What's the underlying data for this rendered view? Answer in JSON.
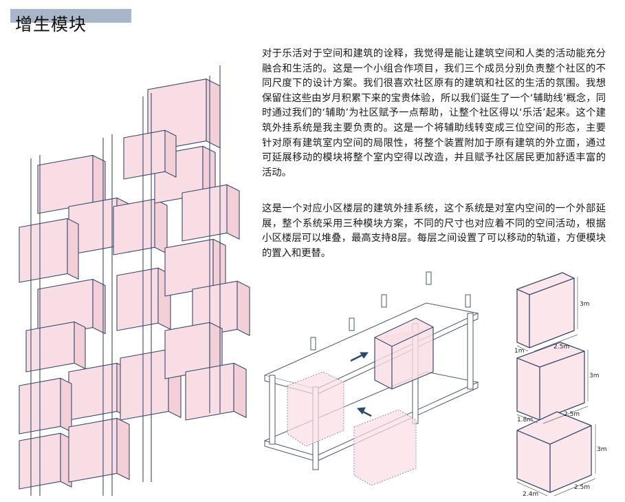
{
  "title": "增生模块",
  "paragraphs": [
    "对于乐活对于空间和建筑的诠释，我觉得是能让建筑空间和人类的活动能充分融合和生活的。这是一个小组合作项目，我们三个成员分别负责整个社区的不同尺度下的设计方案。我们很喜欢社区原有的建筑和社区的生活的氛围。我想保留住这些由岁月积累下来的宝贵体验，所以我们诞生了一个‘辅助线’概念，同时通过我们的‘辅助’为社区赋予一点帮助，让整个社区得以‘乐活’起来。这个建筑外挂系统是我主要负责的。这是一个将辅助线转变成三位空间的形态，主要针对原有建筑室内空间的局限性，将整个装置附加于原有建筑的外立面，通过可延展移动的模块将整个室内空得以改造，并且赋予社区居民更加舒适丰富的活动。",
    "这是一个对应小区楼层的建筑外挂系统，这个系统是对室内空间的一个外部延展，整个系统采用三种模块方案，不同的尺寸也对应着不同的空间活动，根据小区楼层可以堆叠，最高支持8层。每层之间设置了可以移动的轨道，方便模块的置入和更替。"
  ],
  "modules": [
    {
      "height": "3m",
      "width": "2.5m",
      "depth": "1m"
    },
    {
      "height": "3m",
      "width": "2.5m",
      "depth": "1.8m"
    },
    {
      "height": "3m",
      "width": "2.5m",
      "depth": "2.4m"
    }
  ],
  "colors": {
    "title_bar": "#a9b6c9",
    "module_fill": "#f9dde4",
    "line": "#3a4a6b",
    "arrow": "#2a4a70"
  }
}
